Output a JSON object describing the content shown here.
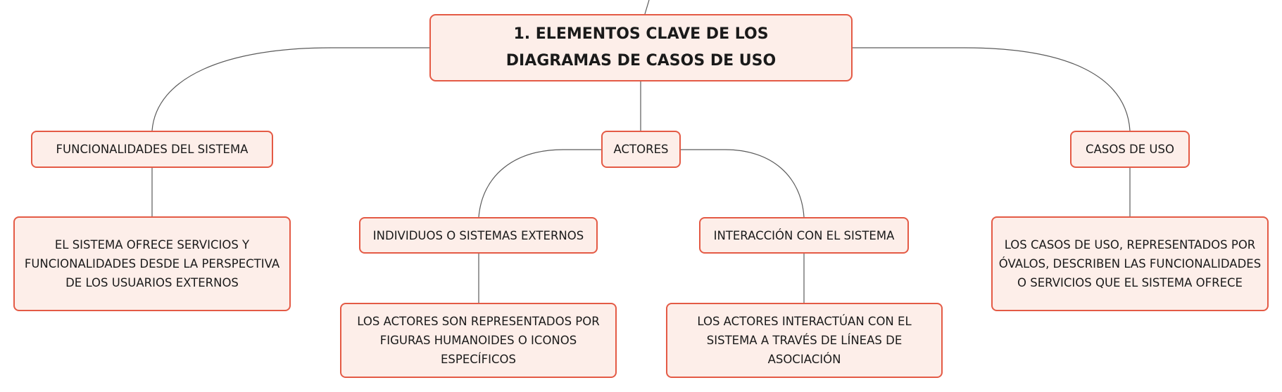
{
  "root": {
    "title": "1. ELEMENTOS CLAVE DE LOS DIAGRAMAS DE CASOS DE USO"
  },
  "branches": [
    {
      "label": "FUNCIONALIDADES DEL SISTEMA",
      "detail": "EL SISTEMA OFRECE SERVICIOS Y FUNCIONALIDADES DESDE LA PERSPECTIVA DE LOS USUARIOS EXTERNOS"
    },
    {
      "label": "ACTORES",
      "children": [
        {
          "label": "INDIVIDUOS O SISTEMAS EXTERNOS",
          "detail": "LOS ACTORES SON REPRESENTADOS POR FIGURAS HUMANOIDES O ICONOS ESPECÍFICOS"
        },
        {
          "label": "INTERACCIÓN CON EL SISTEMA",
          "detail": "LOS ACTORES INTERACTÚAN CON EL SISTEMA A TRAVÉS DE LÍNEAS DE ASOCIACIÓN"
        }
      ]
    },
    {
      "label": "CASOS DE USO",
      "detail": "LOS CASOS DE USO, REPRESENTADOS POR ÓVALOS, DESCRIBEN LAS FUNCIONALIDADES O SERVICIOS QUE EL SISTEMA OFRECE"
    }
  ],
  "colors": {
    "node_fill": "#fdeee9",
    "node_border": "#e45a45",
    "connector": "#5a5a5a",
    "text": "#1a1a1a"
  }
}
